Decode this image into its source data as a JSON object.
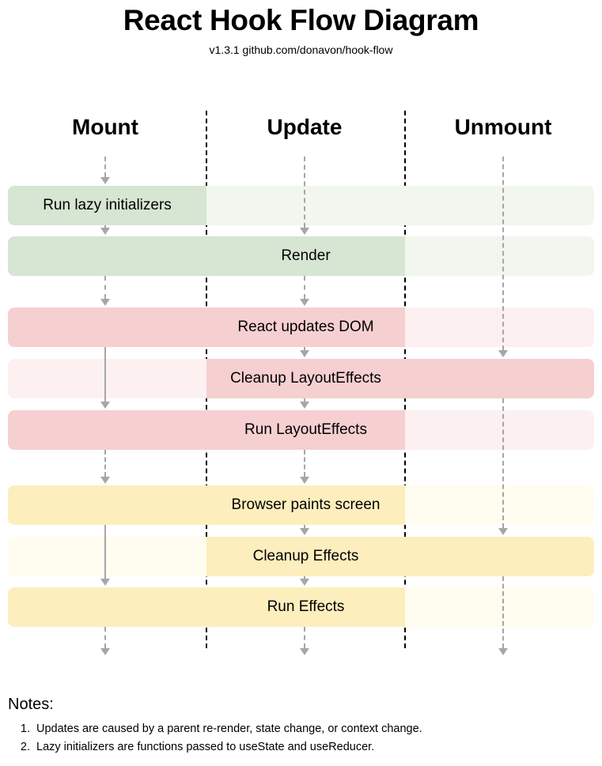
{
  "header": {
    "title": "React Hook Flow Diagram",
    "subtitle": "v1.3.1 github.com/donavon/hook-flow"
  },
  "columns": [
    {
      "key": "mount",
      "label": "Mount"
    },
    {
      "key": "update",
      "label": "Update"
    },
    {
      "key": "unmount",
      "label": "Unmount"
    }
  ],
  "colors": {
    "green_active": "#d7e5d3",
    "green_tint": "#f1f6ef",
    "red_active": "#f6cfd0",
    "red_tint": "#fcf0f1",
    "yellow_active": "#fdeebe",
    "yellow_tint": "#fffcf0",
    "divider": "#000000",
    "arrow": "#a6a6a6",
    "background": "#ffffff",
    "text": "#000000"
  },
  "rows": [
    {
      "id": "run-lazy-initializers",
      "label": "Run lazy initializers",
      "label_column": "mount",
      "group": "render",
      "active": [
        "mount"
      ]
    },
    {
      "id": "render",
      "label": "Render",
      "label_column": "update",
      "group": "render",
      "active": [
        "mount",
        "update"
      ]
    },
    {
      "id": "react-updates-dom",
      "label": "React updates DOM",
      "label_column": "update",
      "group": "commit",
      "active": [
        "mount",
        "update"
      ]
    },
    {
      "id": "cleanup-layouteffects",
      "label": "Cleanup LayoutEffects",
      "label_column": "update",
      "group": "commit",
      "active": [
        "update",
        "unmount"
      ]
    },
    {
      "id": "run-layouteffects",
      "label": "Run LayoutEffects",
      "label_column": "update",
      "group": "commit",
      "active": [
        "mount",
        "update"
      ]
    },
    {
      "id": "browser-paints-screen",
      "label": "Browser paints screen",
      "label_column": "update",
      "group": "effects",
      "active": [
        "mount",
        "update"
      ]
    },
    {
      "id": "cleanup-effects",
      "label": "Cleanup Effects",
      "label_column": "update",
      "group": "effects",
      "active": [
        "update",
        "unmount"
      ]
    },
    {
      "id": "run-effects",
      "label": "Run Effects",
      "label_column": "update",
      "group": "effects",
      "active": [
        "mount",
        "update"
      ]
    }
  ],
  "notes": {
    "title": "Notes:",
    "items": [
      "Updates are caused by a parent re-render, state change, or context change.",
      "Lazy initializers are functions passed to useState and useReducer."
    ]
  }
}
